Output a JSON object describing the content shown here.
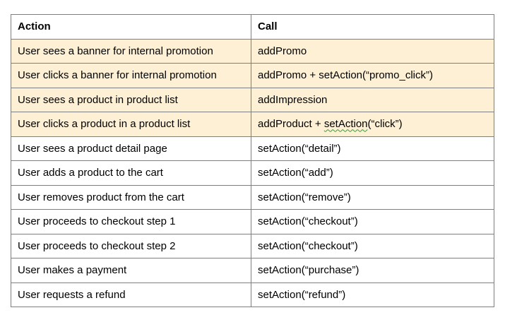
{
  "table": {
    "headers": [
      "Action",
      "Call"
    ],
    "highlight_color": "#fdf0d5",
    "rows": [
      {
        "action": "User sees a banner for internal promotion",
        "call": "addPromo",
        "highlighted": true
      },
      {
        "action": "User clicks a banner for internal promotion",
        "call": "addPromo + setAction(“promo_click”)",
        "highlighted": true
      },
      {
        "action": "User sees a product in product list",
        "call": "addImpression",
        "highlighted": true
      },
      {
        "action": "User clicks a product in a product list",
        "call_prefix": "addProduct + ",
        "call_flagged": "setAction",
        "call_suffix": "(“click”)",
        "highlighted": true
      },
      {
        "action": "User sees a product detail page",
        "call": "setAction(“detail”)",
        "highlighted": false
      },
      {
        "action": "User adds a product to the cart",
        "call": "setAction(“add”)",
        "highlighted": false
      },
      {
        "action": "User removes product from the cart",
        "call": "setAction(“remove”)",
        "highlighted": false
      },
      {
        "action": "User proceeds to checkout step 1",
        "call": "setAction(“checkout”)",
        "highlighted": false
      },
      {
        "action": "User proceeds to checkout step 2",
        "call": "setAction(“checkout”)",
        "highlighted": false
      },
      {
        "action": "User makes a payment",
        "call": "setAction(“purchase”)",
        "highlighted": false
      },
      {
        "action": "User requests a refund",
        "call": "setAction(“refund”)",
        "highlighted": false
      }
    ]
  }
}
